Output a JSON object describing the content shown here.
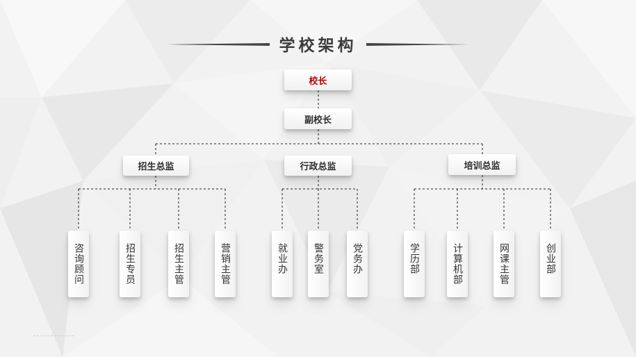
{
  "title": "学校架构",
  "colors": {
    "accent": "#c00000",
    "text": "#2e2e2e",
    "line": "#222222"
  },
  "principal": "校长",
  "vice_principal": "副校长",
  "directors": [
    "招生总监",
    "行政总监",
    "培训总监"
  ],
  "departments": {
    "admissions": [
      "咨询顾问",
      "招生专员",
      "招生主管",
      "营销主管"
    ],
    "administration": [
      "就业办",
      "警务室",
      "党务办"
    ],
    "training": [
      "学历部",
      "计算机部",
      "网课主管",
      "创业部"
    ]
  }
}
